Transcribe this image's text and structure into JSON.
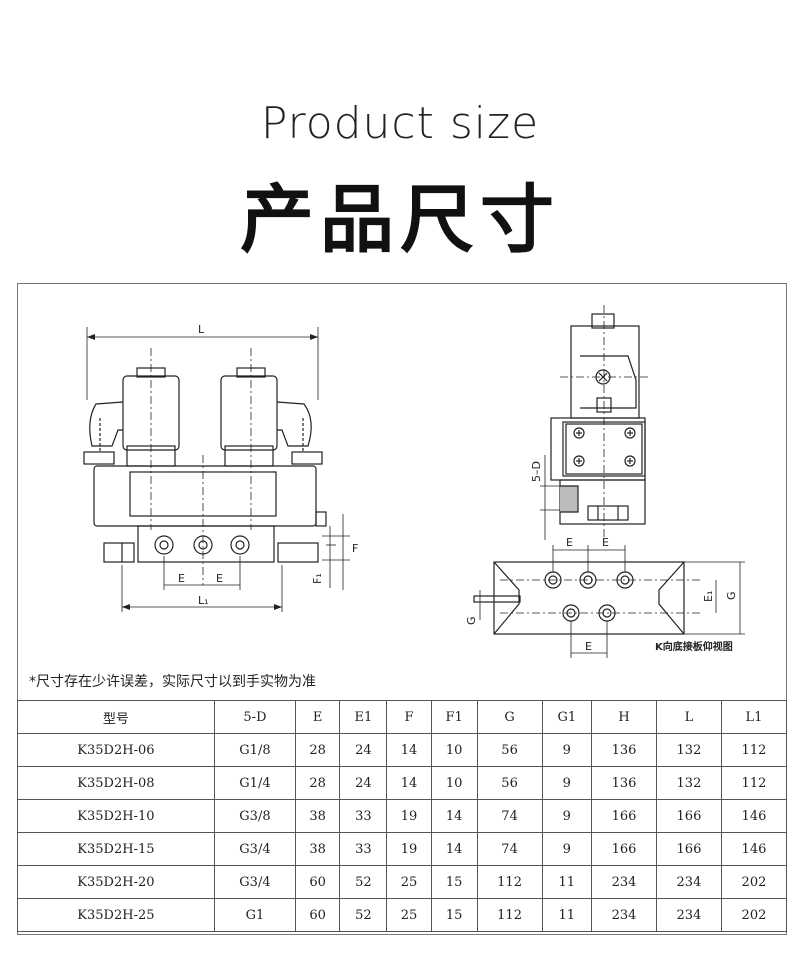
{
  "header": {
    "title_en": "Product size",
    "title_cn": "产品尺寸"
  },
  "diagram": {
    "front": {
      "L": "L",
      "L1": "L₁",
      "E_left": "E",
      "E_right": "E",
      "F": "F",
      "F1": "F₁"
    },
    "side": {
      "D5": "5–D"
    },
    "bottom": {
      "E_left": "E",
      "E_right": "E",
      "E1": "E₁",
      "G": "G",
      "G_left": "G",
      "E_bottom": "E",
      "caption": "K向底接板仰视图"
    }
  },
  "note": "*尺寸存在少许误差，实际尺寸以到手实物为准",
  "table": {
    "headers": [
      "型号",
      "5-D",
      "E",
      "E1",
      "F",
      "F1",
      "G",
      "G1",
      "H",
      "L",
      "L1"
    ],
    "rows": [
      [
        "K35D2H-06",
        "G1/8",
        "28",
        "24",
        "14",
        "10",
        "56",
        "9",
        "136",
        "132",
        "112"
      ],
      [
        "K35D2H-08",
        "G1/4",
        "28",
        "24",
        "14",
        "10",
        "56",
        "9",
        "136",
        "132",
        "112"
      ],
      [
        "K35D2H-10",
        "G3/8",
        "38",
        "33",
        "19",
        "14",
        "74",
        "9",
        "166",
        "166",
        "146"
      ],
      [
        "K35D2H-15",
        "G3/4",
        "38",
        "33",
        "19",
        "14",
        "74",
        "9",
        "166",
        "166",
        "146"
      ],
      [
        "K35D2H-20",
        "G3/4",
        "60",
        "52",
        "25",
        "15",
        "112",
        "11",
        "234",
        "234",
        "202"
      ],
      [
        "K35D2H-25",
        "G1",
        "60",
        "52",
        "25",
        "15",
        "112",
        "11",
        "234",
        "234",
        "202"
      ]
    ]
  }
}
